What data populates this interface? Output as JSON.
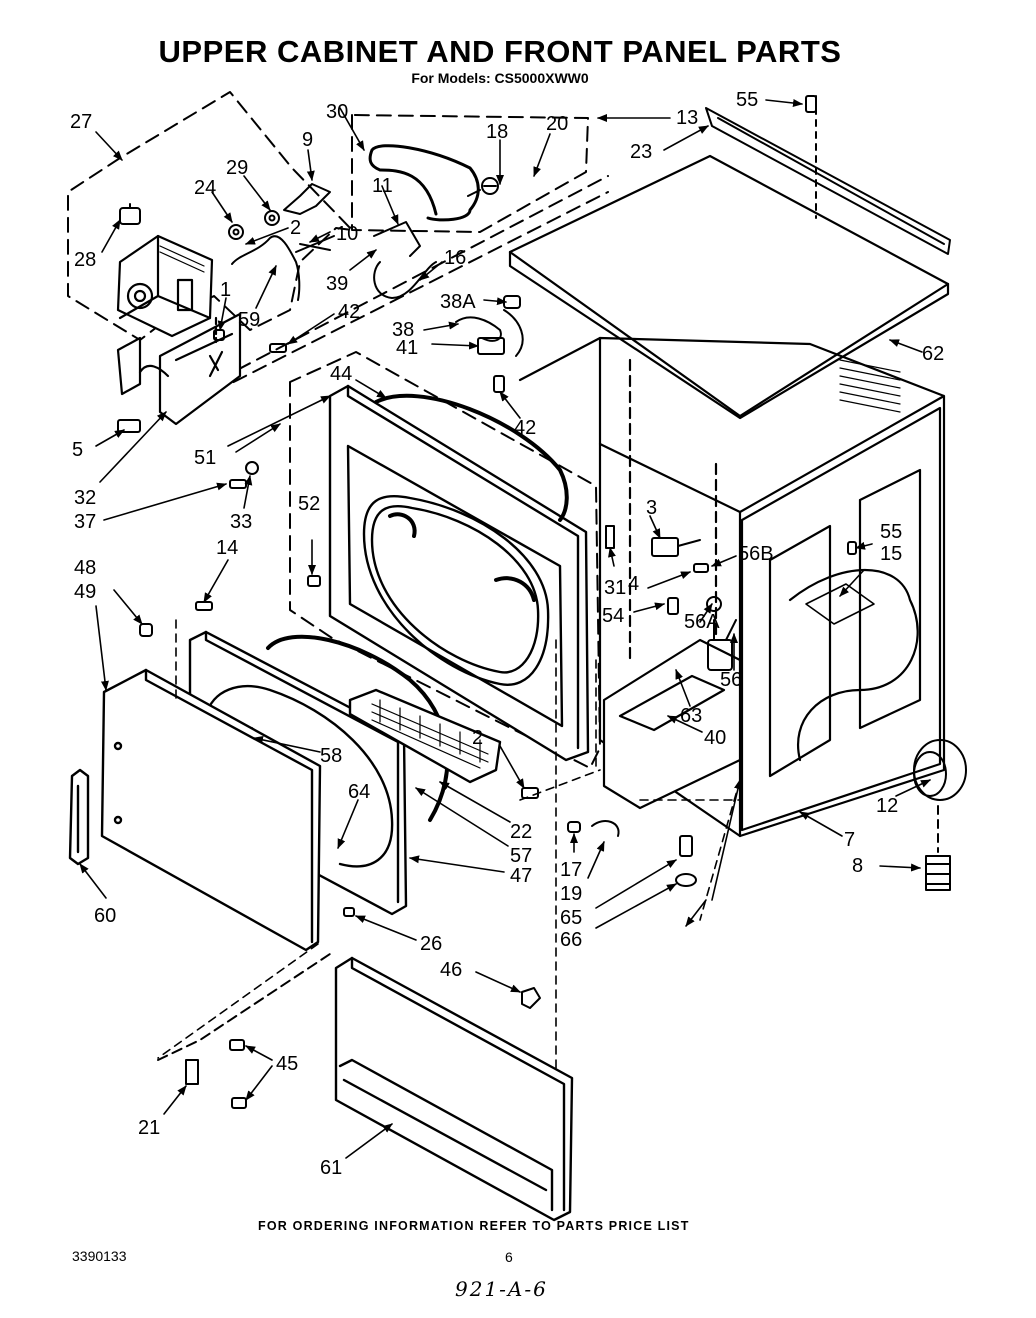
{
  "header": {
    "title": "UPPER CABINET AND FRONT PANEL PARTS",
    "subtitle": "For Models: CS5000XWW0"
  },
  "callouts": [
    "27",
    "30",
    "9",
    "13",
    "18",
    "20",
    "55",
    "23",
    "29",
    "24",
    "11",
    "2",
    "10",
    "28",
    "39",
    "16",
    "59",
    "1",
    "42",
    "38A",
    "38",
    "41",
    "62",
    "44",
    "42",
    "5",
    "32",
    "51",
    "37",
    "33",
    "52",
    "3",
    "55",
    "15",
    "14",
    "31",
    "56B",
    "4",
    "54",
    "56A",
    "48",
    "49",
    "56",
    "58",
    "63",
    "40",
    "2",
    "64",
    "12",
    "22",
    "7",
    "57",
    "8",
    "47",
    "17",
    "19",
    "60",
    "65",
    "66",
    "26",
    "46",
    "45",
    "21",
    "61"
  ],
  "footer": {
    "ordering_note": "FOR ORDERING INFORMATION REFER TO PARTS PRICE LIST",
    "document_number": "3390133",
    "page_number": "6",
    "handwritten_note": "921-A-6"
  }
}
